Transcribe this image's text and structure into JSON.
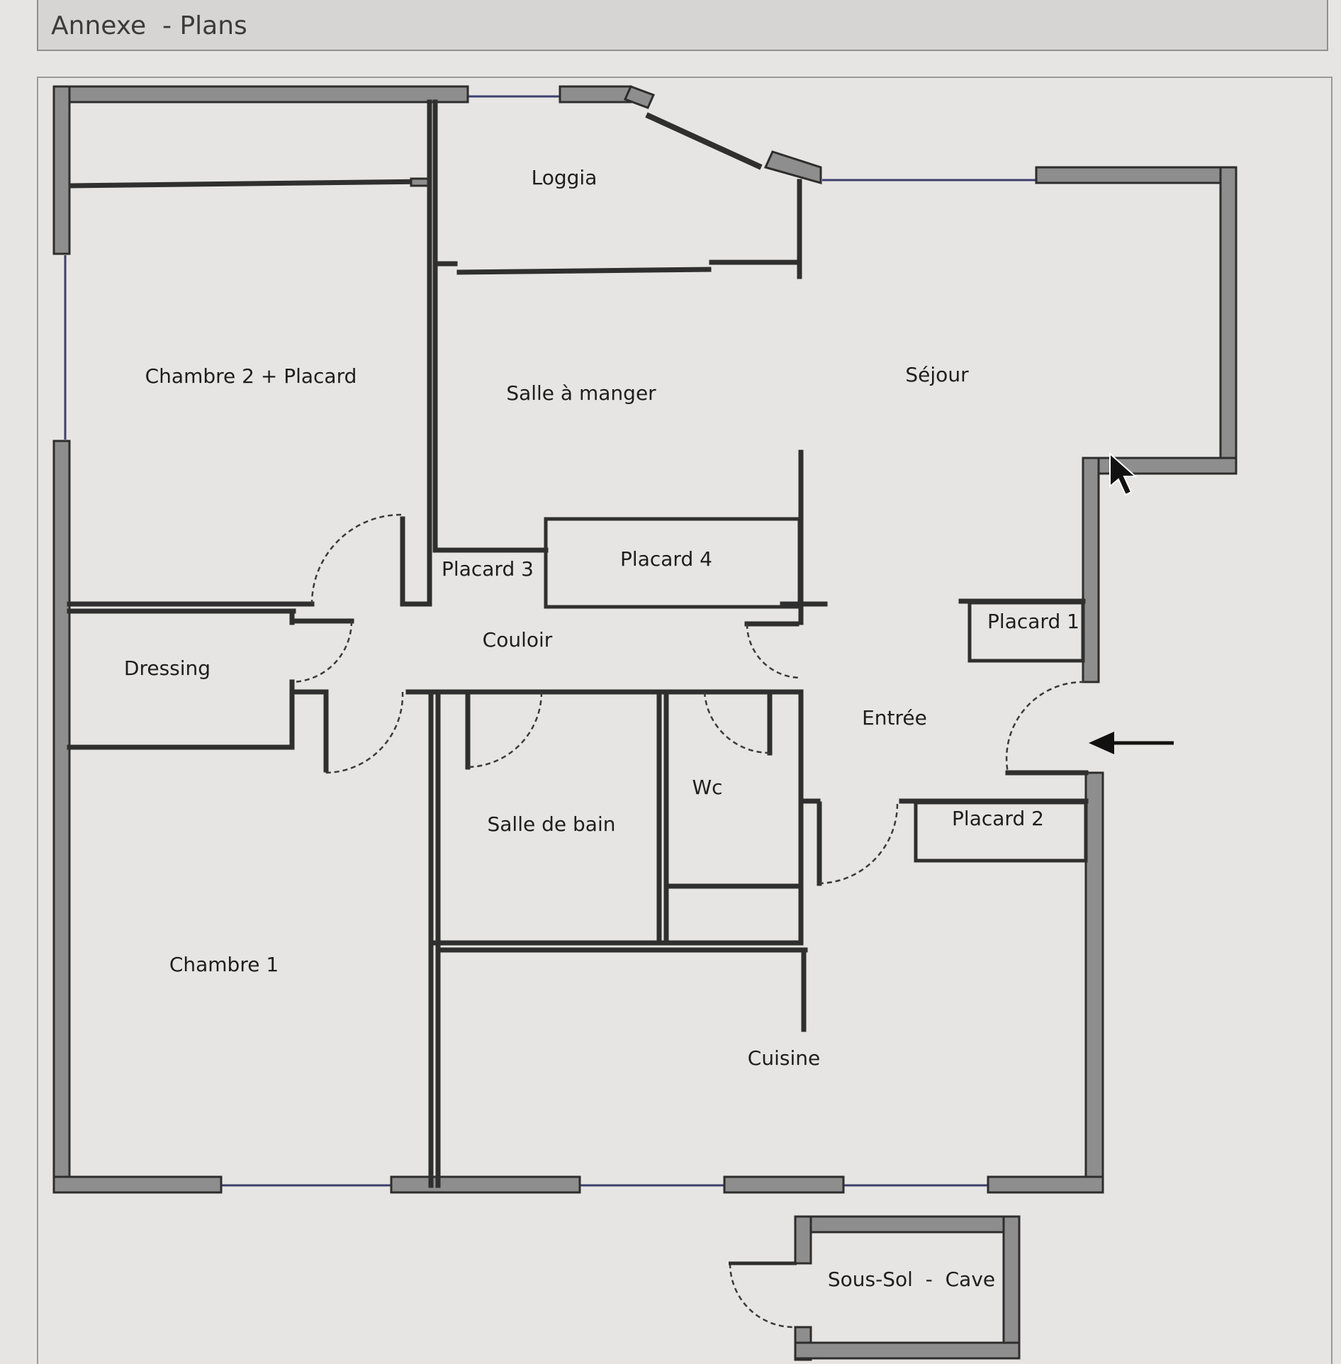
{
  "header": {
    "title": "Annexe  - Plans"
  },
  "rooms": {
    "loggia": "Loggia",
    "chambre2": "Chambre 2 + Placard",
    "salle_manger": "Salle à manger",
    "sejour": "Séjour",
    "placard3": "Placard 3",
    "placard4": "Placard 4",
    "placard1": "Placard 1",
    "couloir": "Couloir",
    "dressing": "Dressing",
    "entree": "Entrée",
    "wc": "Wc",
    "salle_bain": "Salle de bain",
    "placard2": "Placard 2",
    "chambre1": "Chambre 1",
    "cuisine": "Cuisine",
    "cave": "Sous-Sol  -  Cave"
  }
}
